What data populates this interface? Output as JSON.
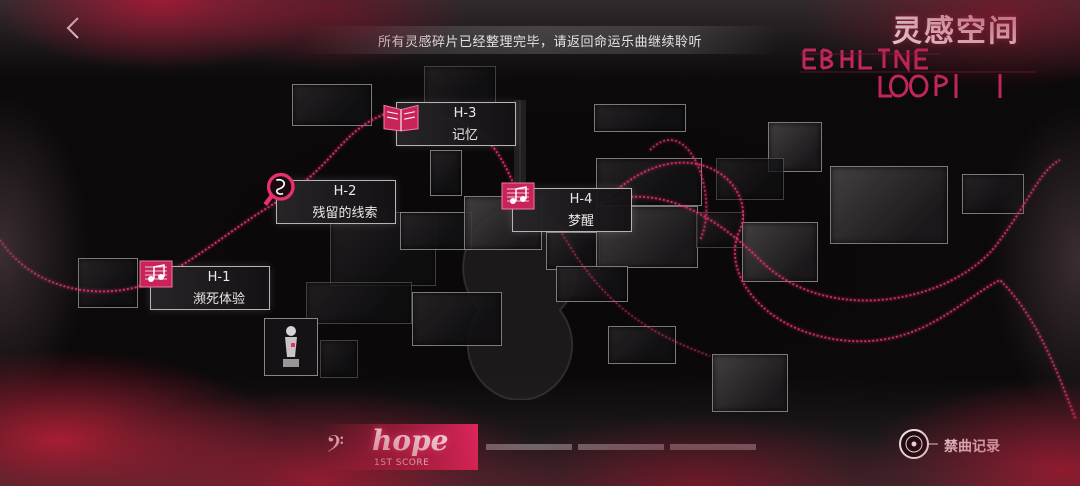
{
  "banner": {
    "message": "所有灵感碎片已经整理完毕，请返回命运乐曲继续聆听"
  },
  "logo": {
    "title": "灵感空间"
  },
  "colors": {
    "accent": "#e8306e",
    "frame": "#b8b4b6",
    "text": "#ece8ea"
  },
  "nodes": [
    {
      "code": "H-1",
      "name": "濒死体验",
      "icon": "music-note-icon"
    },
    {
      "code": "H-2",
      "name": "残留的线索",
      "icon": "magnifier-music-icon"
    },
    {
      "code": "H-3",
      "name": "记忆",
      "icon": "book-icon"
    },
    {
      "code": "H-4",
      "name": "梦醒",
      "icon": "music-note-icon"
    }
  ],
  "progress": {
    "active_title": "hope",
    "active_subtitle": "1ST SCORE",
    "segments_total": 4,
    "segments_active": 1
  },
  "records": {
    "label": "禁曲记录",
    "icon": "vinyl-disc-icon"
  }
}
